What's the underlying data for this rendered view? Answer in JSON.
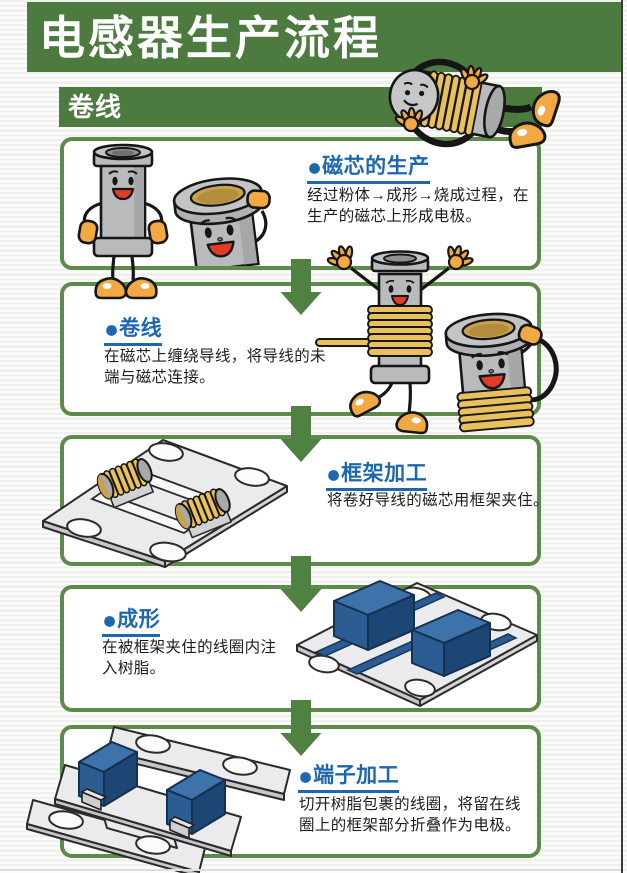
{
  "title": "电感器生产流程",
  "section_label": "卷线",
  "steps": [
    {
      "bullet": "●",
      "heading": "磁芯的生产",
      "body_lines": [
        "经过粉体→成形→烧成过程，在",
        "生产的磁芯上形成电极。"
      ],
      "text_side": "right",
      "illustration": "two smiling ferrite-core cartoon characters"
    },
    {
      "bullet": "●",
      "heading": "卷线",
      "body_lines": [
        "在磁芯上缠绕导线，将导线的未",
        "端与磁芯连接。"
      ],
      "text_side": "left",
      "illustration": "wire-wound core cartoon characters with lead wire"
    },
    {
      "bullet": "●",
      "heading": "框架加工",
      "body_lines": [
        "将卷好导线的磁芯用框架夹住。"
      ],
      "text_side": "right",
      "illustration": "lead frame plate clamping two wound cores"
    },
    {
      "bullet": "●",
      "heading": "成形",
      "body_lines": [
        "在被框架夹住的线圈内注",
        "入树脂。"
      ],
      "text_side": "left",
      "illustration": "lead frame with molded blue resin blocks"
    },
    {
      "bullet": "●",
      "heading": "端子加工",
      "body_lines": [
        "切开树脂包裹的线圈，将留在线",
        "圈上的框架部分折叠作为电极。"
      ],
      "text_side": "right",
      "illustration": "cut frame pieces with two molded chips and terminal electrodes"
    }
  ],
  "arrows": {
    "direction": "down",
    "count": 4
  },
  "colors": {
    "banner_green": "#4d7a3e",
    "box_border_green": "#5e8b4b",
    "arrow_green": "#4f8140",
    "heading_blue": "#1e67ae",
    "body_text": "#1d1d1d",
    "coil_gold": "#e8c05c",
    "character_gray": "#b9babc",
    "hands_orange": "#f2a943",
    "resin_blue": "#2b5c92",
    "mouth_red": "#e23b28"
  }
}
